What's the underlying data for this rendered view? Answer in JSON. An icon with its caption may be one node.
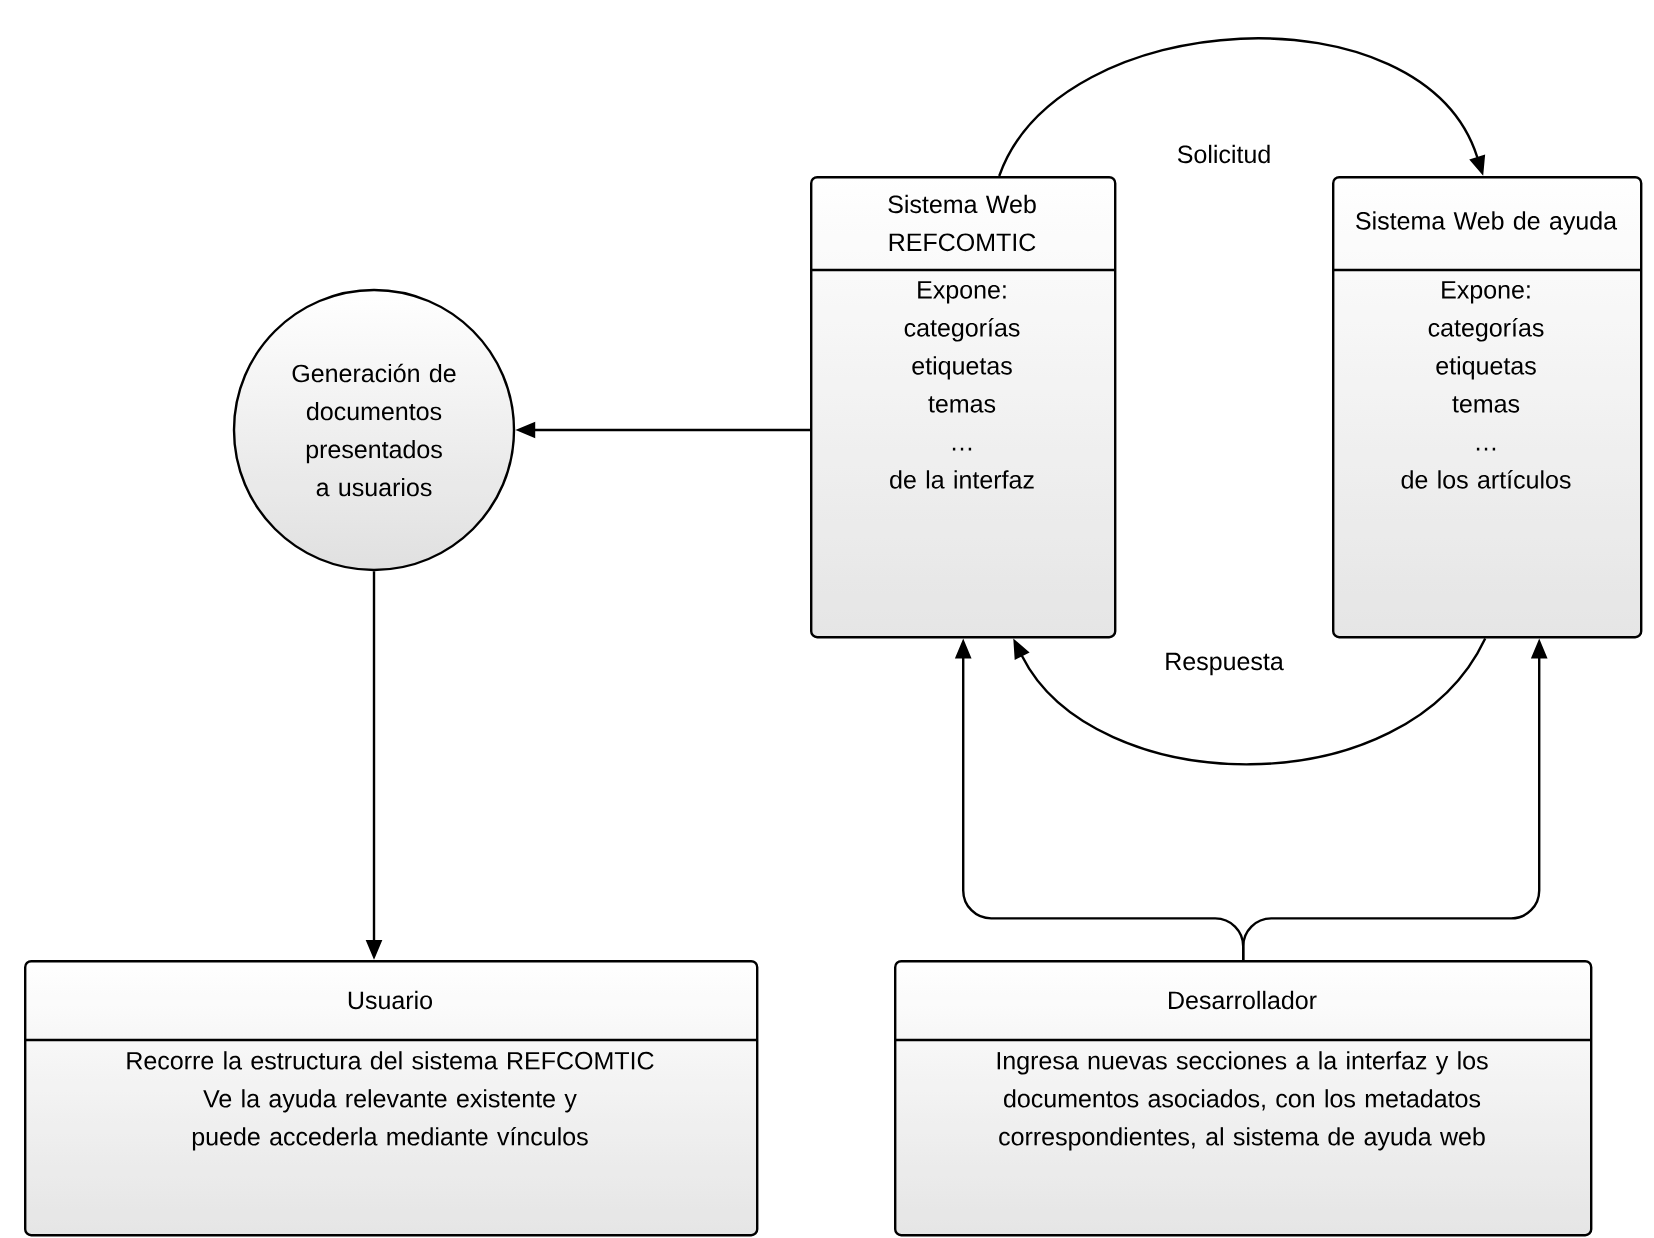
{
  "diagram": {
    "nodes": [
      {
        "text": [
          "Generación de documentos presentados a usuarios"
        ]
      },
      {
        "text": [
          "Sistema Web REFCOMTIC",
          "Expone:",
          "categorías",
          "etiquetas",
          "temas",
          "…",
          "de la interfaz"
        ]
      },
      {
        "text": [
          "Sistema Web de ayuda",
          "Expone:",
          "categorías",
          "etiquetas",
          "temas",
          "…",
          "de los artículos"
        ]
      },
      {
        "text": [
          "Usuario",
          "Recorre la estructura del sistema REFCOMTIC",
          "Ve la ayuda relevante existente y puede accederla mediante vínculos"
        ]
      },
      {
        "text": [
          "Desarrollador",
          "Ingresa nuevas secciones a la interfaz y los documentos asociados, con los metadatos correspondientes, al sistema de ayuda web"
        ]
      }
    ],
    "edges": [
      {
        "from": 1,
        "to": 0,
        "arrow": "to"
      },
      {
        "from": 0,
        "to": 3,
        "arrow": "to"
      },
      {
        "from": 1,
        "to": 2,
        "arrow": "to",
        "label": "Solicitud"
      },
      {
        "from": 2,
        "to": 1,
        "arrow": "to",
        "label": "Respuesta"
      },
      {
        "from": 4,
        "to": 1,
        "arrow": "to"
      },
      {
        "from": 4,
        "to": 2,
        "arrow": "to"
      }
    ]
  }
}
